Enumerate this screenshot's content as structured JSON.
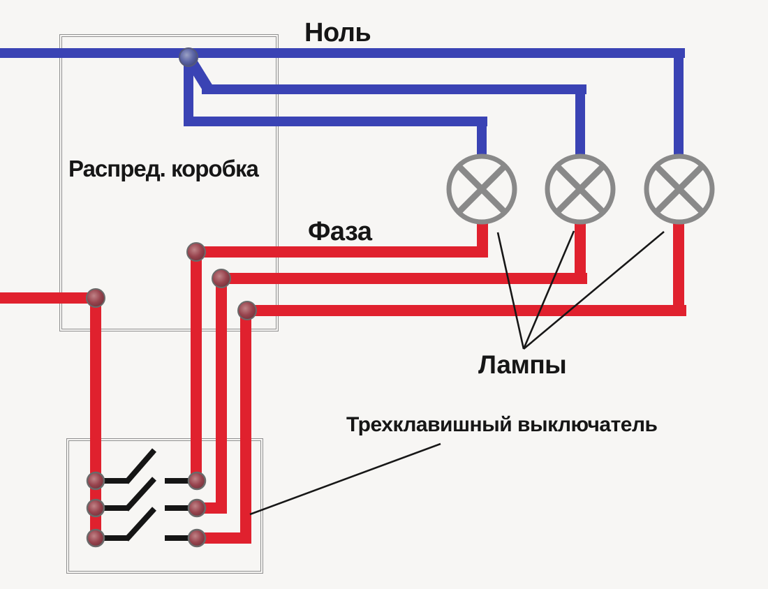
{
  "diagram": {
    "labels": {
      "neutral": "Ноль",
      "phase": "Фаза",
      "distribution_box": "Распред. коробка",
      "lamps": "Лампы",
      "switch": "Трехклавишный выключатель"
    },
    "colors": {
      "neutral_wire": "#3a43b4",
      "phase_wire": "#e0212e",
      "component_outline": "#8a8a8a",
      "switch_contact_lines": "#151515",
      "background": "#f7f6f4",
      "text": "#161616"
    },
    "components": {
      "lamp_count": 3,
      "switch_keys": 3,
      "junction_dots": 10
    }
  }
}
